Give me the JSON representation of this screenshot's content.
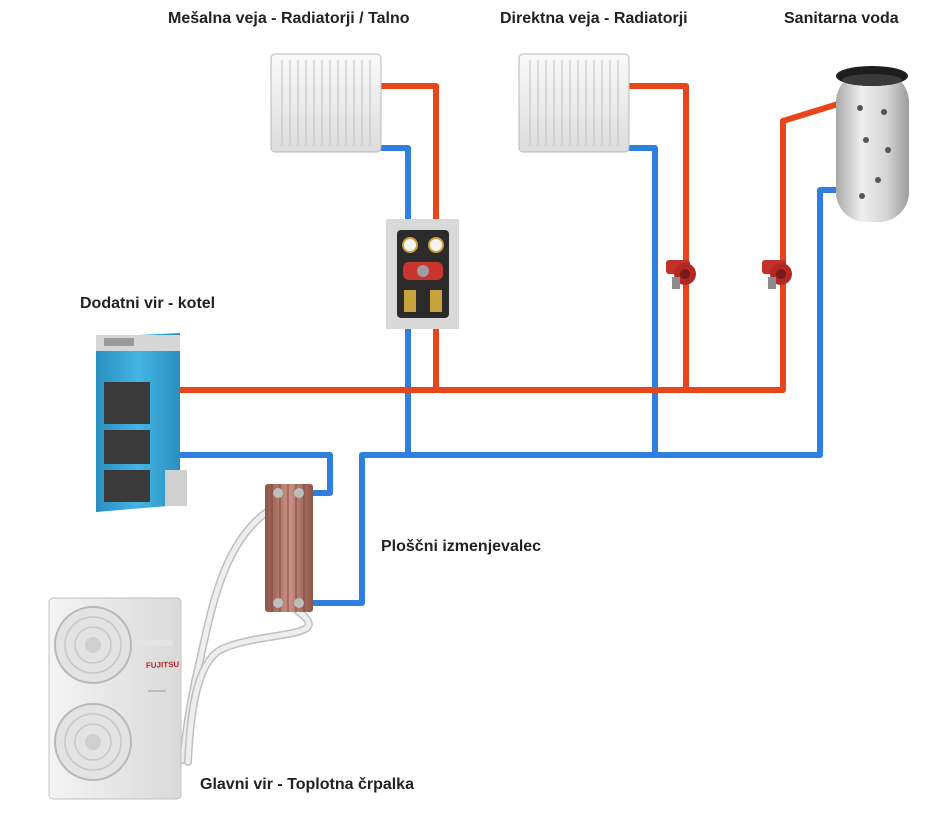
{
  "labels": {
    "mixing_branch": "Mešalna veja - Radiatorji / Talno",
    "direct_branch": "Direktna veja - Radiatorji",
    "sanitary_water": "Sanitarna voda",
    "auxiliary_source": "Dodatni vir - kotel",
    "plate_exchanger": "Ploščni izmenjevalec",
    "main_source": "Glavni vir - Toplotna črpalka"
  },
  "heat_pump": {
    "brand": "FUJITSU"
  },
  "colors": {
    "supply_pipe": "#e8461a",
    "return_pipe": "#2f7fe0",
    "heat_pump_line": "#d8d8d8",
    "boiler_blue": "#35a7d9",
    "radiator": "#f1f1f1",
    "tank": "#d2d2d2",
    "pump": "#c4302b",
    "exchanger": "#b4776a"
  },
  "icons": [
    "radiator-icon",
    "radiator-icon",
    "storage-tank-icon",
    "mixing-station-icon",
    "circulation-pump-icon",
    "circulation-pump-icon",
    "boiler-icon",
    "plate-heat-exchanger-icon",
    "heat-pump-unit-icon"
  ]
}
